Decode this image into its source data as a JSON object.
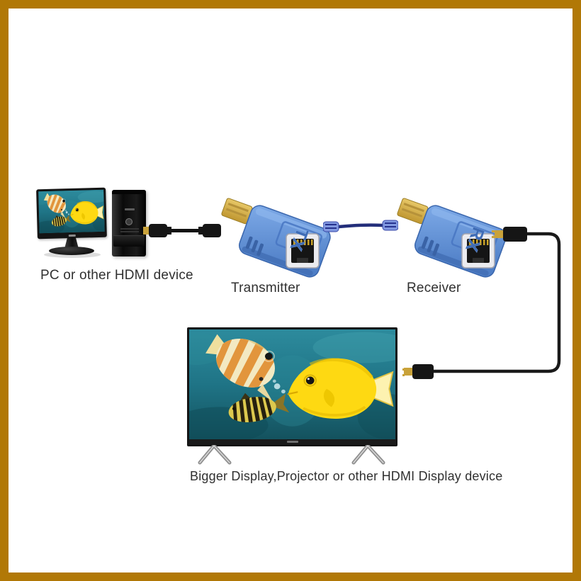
{
  "frame": {
    "border_color": "#b17806",
    "background": "#ffffff"
  },
  "labels": {
    "pc": "PC or other HDMI device",
    "transmitter": "Transmitter",
    "receiver": "Receiver",
    "display": "Bigger Display,Projector or other HDMI Display device"
  },
  "devices": {
    "transmitter": {
      "marking": "TX"
    },
    "receiver": {
      "marking": "RX"
    }
  },
  "colors": {
    "adapter_body_blue": "#5e8fd6",
    "hdmi_gold": "#c9a23a",
    "ethernet_cable_blue": "#27338f",
    "ethernet_connector_blue": "#8198e0",
    "signal_cable_black": "#1a1a1a",
    "screen_water_teal": "#1f7486",
    "label_text": "#303030"
  }
}
